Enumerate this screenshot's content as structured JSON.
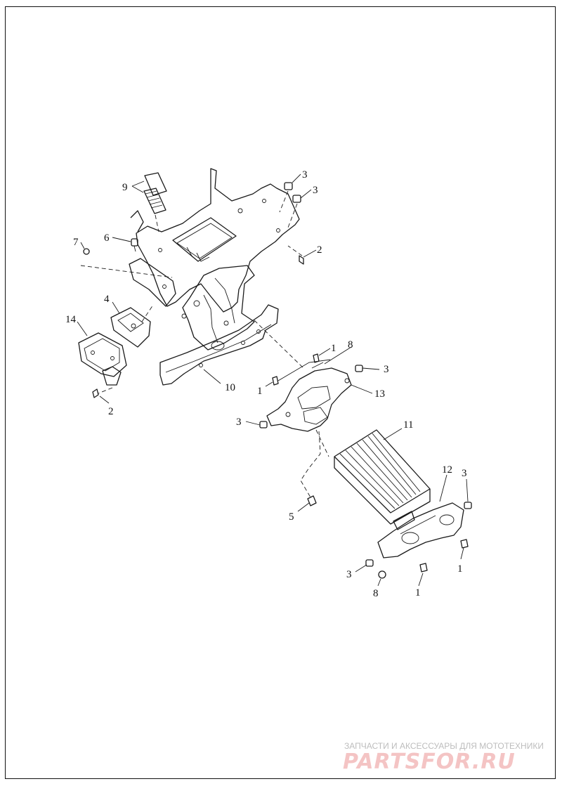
{
  "callouts": [
    {
      "id": "c9",
      "text": "9"
    },
    {
      "id": "c3a",
      "text": "3"
    },
    {
      "id": "c3b",
      "text": "3"
    },
    {
      "id": "c7",
      "text": "7"
    },
    {
      "id": "c6",
      "text": "6"
    },
    {
      "id": "c2a",
      "text": "2"
    },
    {
      "id": "c4",
      "text": "4"
    },
    {
      "id": "c14",
      "text": "14"
    },
    {
      "id": "c10",
      "text": "10"
    },
    {
      "id": "c2b",
      "text": "2"
    },
    {
      "id": "c1a",
      "text": "1"
    },
    {
      "id": "c8a",
      "text": "8"
    },
    {
      "id": "c3c",
      "text": "3"
    },
    {
      "id": "c1b",
      "text": "1"
    },
    {
      "id": "c13",
      "text": "13"
    },
    {
      "id": "c3d",
      "text": "3"
    },
    {
      "id": "c11",
      "text": "11"
    },
    {
      "id": "c12",
      "text": "12"
    },
    {
      "id": "c3e",
      "text": "3"
    },
    {
      "id": "c5",
      "text": "5"
    },
    {
      "id": "c1c",
      "text": "1"
    },
    {
      "id": "c3f",
      "text": "3"
    },
    {
      "id": "c8b",
      "text": "8"
    },
    {
      "id": "c1d",
      "text": "1"
    }
  ],
  "watermark": {
    "tagline": "ЗАПЧАСТИ И АКСЕССУАРЫ ДЛЯ МОТОТЕХНИКИ",
    "logo": "PARTSFOR.RU"
  }
}
